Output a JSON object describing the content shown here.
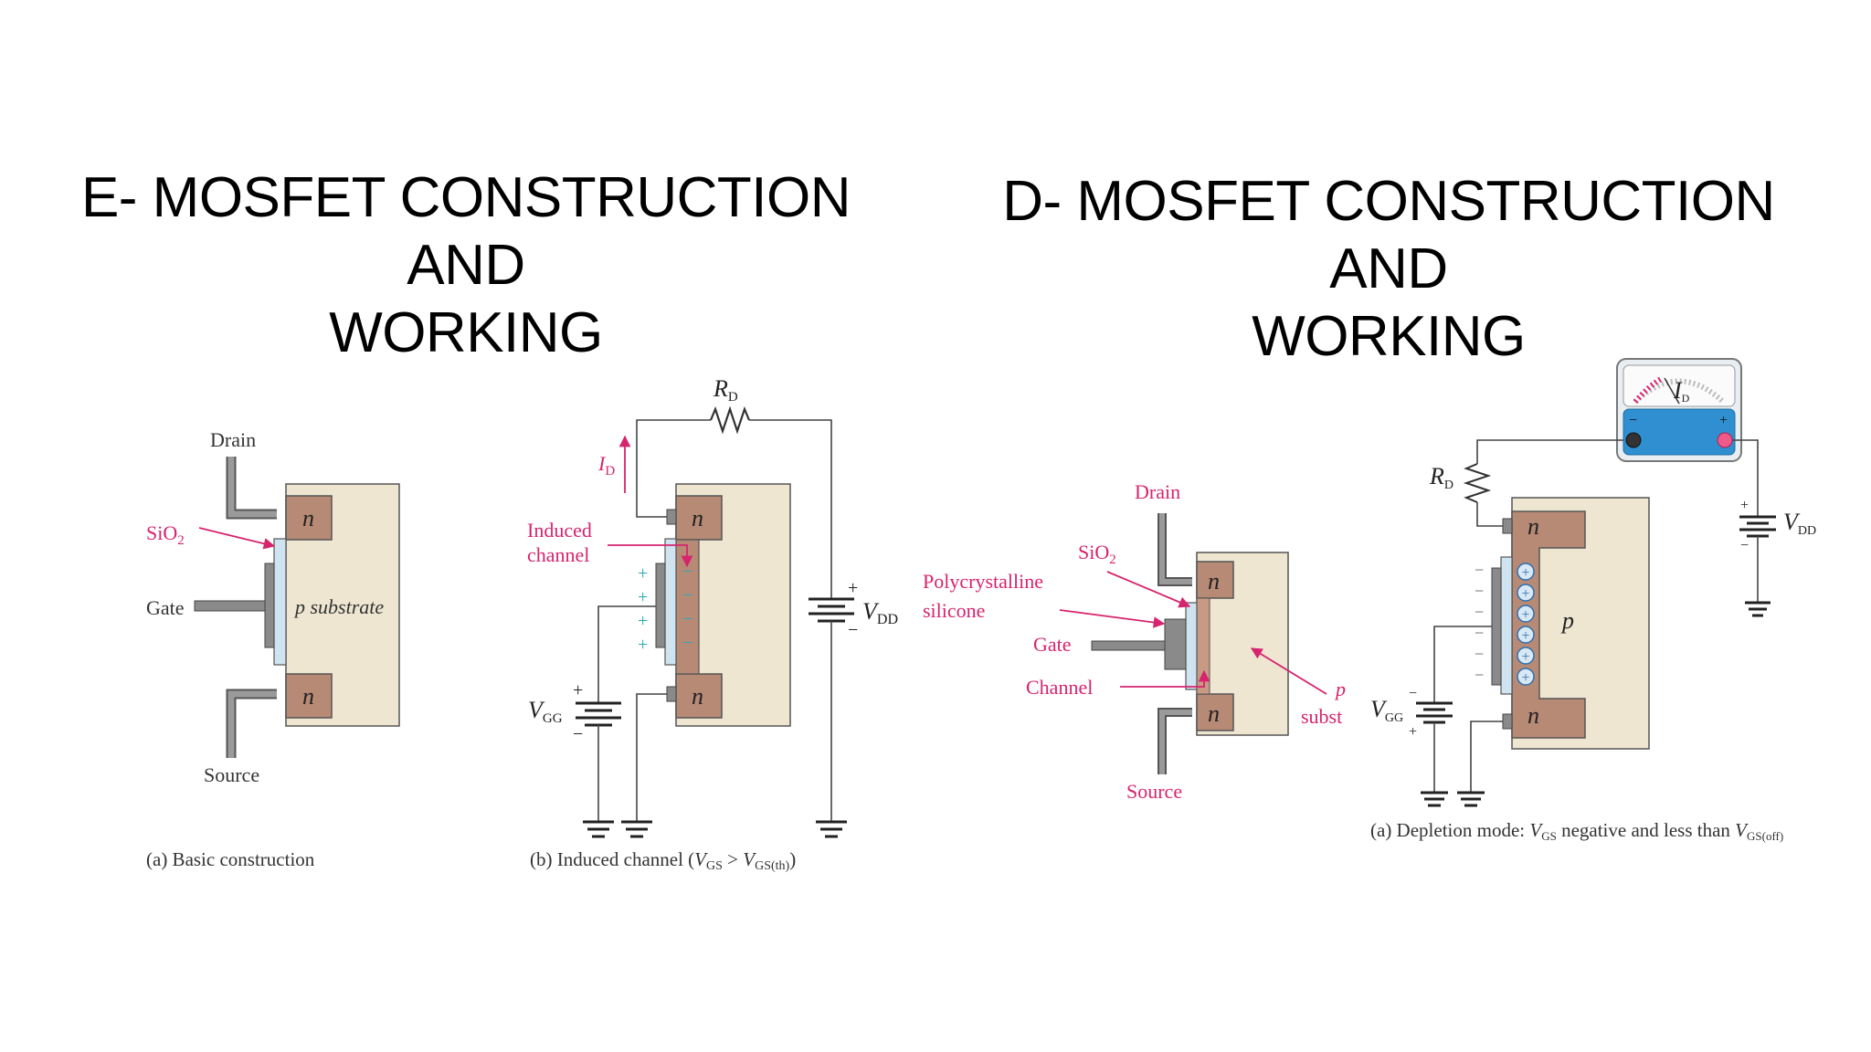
{
  "titles": {
    "left_line1": "E- MOSFET CONSTRUCTION AND",
    "left_line2": "WORKING",
    "right_line1": "D- MOSFET CONSTRUCTION AND",
    "right_line2": "WORKING"
  },
  "emosfet_basic": {
    "drain": "Drain",
    "sio2": "SiO",
    "sio2_sub": "2",
    "gate": "Gate",
    "substrate": "p substrate",
    "n_top": "n",
    "n_bottom": "n",
    "source": "Source",
    "caption": "(a) Basic construction"
  },
  "emosfet_induced": {
    "rd": "R",
    "rd_sub": "D",
    "id": "I",
    "id_sub": "D",
    "induced": "Induced",
    "channel": "channel",
    "vdd": "V",
    "vdd_sub": "DD",
    "vgg": "V",
    "vgg_sub": "GG",
    "n_top": "n",
    "n_bottom": "n",
    "caption_pre": "(b) Induced channel (",
    "caption_vgs": "V",
    "caption_vgs_sub": "GS",
    "caption_gt": " > ",
    "caption_vth": "V",
    "caption_vth_sub": "GS(th)",
    "caption_post": ")"
  },
  "dmosfet_construction": {
    "drain": "Drain",
    "sio2": "SiO",
    "sio2_sub": "2",
    "poly1": "Polycrystalline",
    "poly2": "silicone",
    "gate": "Gate",
    "channel": "Channel",
    "p": "p",
    "subst": "subst",
    "source": "Source",
    "n_top": "n",
    "n_bottom": "n"
  },
  "dmosfet_depletion": {
    "meter_id": "I",
    "meter_id_sub": "D",
    "rd": "R",
    "rd_sub": "D",
    "vdd": "V",
    "vdd_sub": "DD",
    "vgg": "V",
    "vgg_sub": "GG",
    "p": "p",
    "n_top": "n",
    "n_bottom": "n",
    "caption_pre": "(a) Depletion mode: ",
    "caption_vgs": "V",
    "caption_vgs_sub": "GS",
    "caption_mid": " negative and less than ",
    "caption_voff": "V",
    "caption_voff_sub": "GS(off)"
  },
  "colors": {
    "substrate": "#efe6d2",
    "n_region": "#b78a76",
    "oxide": "#cfe3f0",
    "gate_metal": "#8a8a8a",
    "label_magenta": "#d6246e",
    "plus_cyan": "#2ba6b8",
    "meter_blue": "#2f8fd0"
  }
}
